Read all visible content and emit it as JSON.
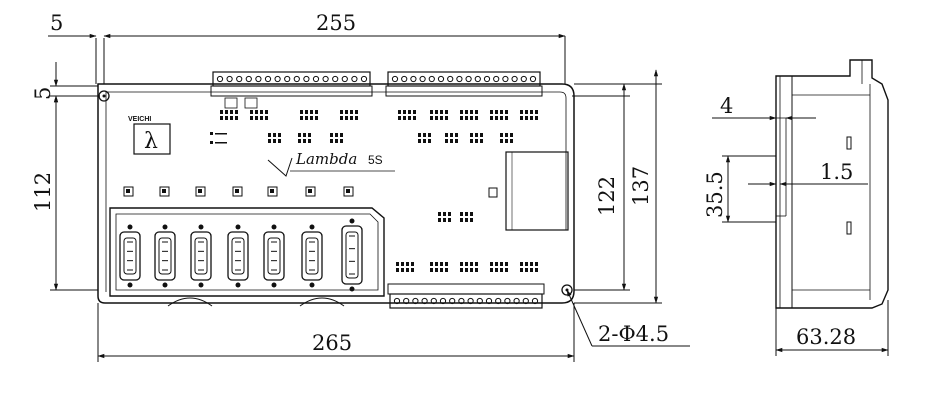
{
  "drawing": {
    "dimensions": {
      "left_offset": "5",
      "top_width": "255",
      "top_offset": "5",
      "left_height": "112",
      "inner_height": "122",
      "outer_height": "137",
      "bottom_width": "265",
      "hole_callout": "2-Φ4.5",
      "side_rail_width": "4",
      "side_step": "35.5",
      "side_gap": "1.5",
      "side_depth": "63.28"
    },
    "labels": {
      "logo_text": "VEICHI",
      "logo_symbol": "λ",
      "product_name": "Lambda",
      "product_model": "5S"
    }
  }
}
